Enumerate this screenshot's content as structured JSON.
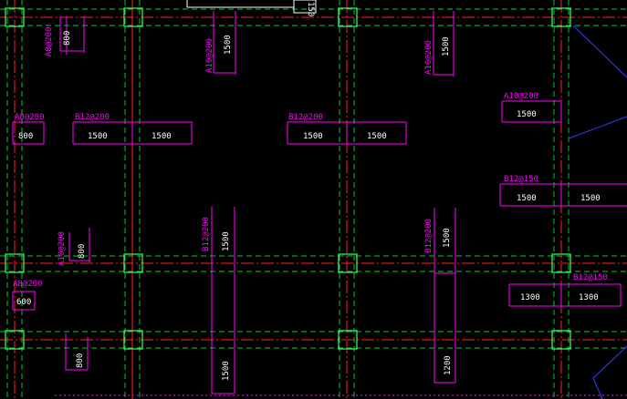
{
  "colors": {
    "background": "#000000",
    "beam_edge": "#00cc33",
    "axis": "#ff2020",
    "column": "#40ff60",
    "rebar": "#ff00ff",
    "dimension_text": "#ffffff",
    "blue_line": "#3040ff"
  },
  "annotations": {
    "top_cut": "150",
    "a1": {
      "label": "A8@200",
      "dim": "800"
    },
    "a2": {
      "label": "A10@200",
      "dim": "1500"
    },
    "a3": {
      "label": "A10@200",
      "dim": "1500"
    },
    "a4": {
      "label": "A8@200",
      "dim": "800"
    },
    "a5": {
      "label": "B12@200",
      "dim1": "1500",
      "dim2": "1500"
    },
    "a6": {
      "label": "B12@200",
      "dim1": "1500",
      "dim2": "1500"
    },
    "a7": {
      "label": "A10@200",
      "dim": "1500"
    },
    "a8": {
      "label": "B12@150",
      "dim1": "1500",
      "dim2": "1500"
    },
    "a9": {
      "label": "A10@200",
      "dim": "800"
    },
    "a10": {
      "label": "B12@200",
      "dim": "1500"
    },
    "a11": {
      "label": "B12@200",
      "dim": "1500"
    },
    "a12": {
      "label": "A8@200",
      "dim": "600"
    },
    "a13": {
      "label": "B12@150",
      "dim1": "1300",
      "dim2": "1300"
    },
    "a14": {
      "dim": "800"
    },
    "a15": {
      "dim": "1500"
    },
    "a16": {
      "dim": "1200"
    }
  }
}
